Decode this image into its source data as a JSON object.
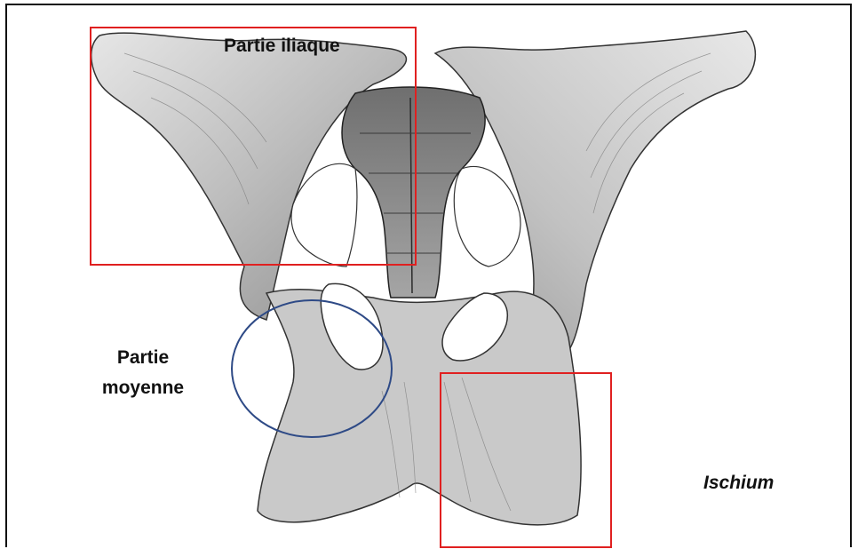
{
  "labels": {
    "partie_iliaque": "Partie iliaque",
    "partie_moyenne_line1": "Partie",
    "partie_moyenne_line2": "moyenne",
    "ischium": "Ischium"
  },
  "colors": {
    "highlight_box": "#e02020",
    "highlight_ellipse": "#2e4a86",
    "bone_shadow": "#4a4a4a",
    "bone_fill": "#cfcfcf"
  }
}
